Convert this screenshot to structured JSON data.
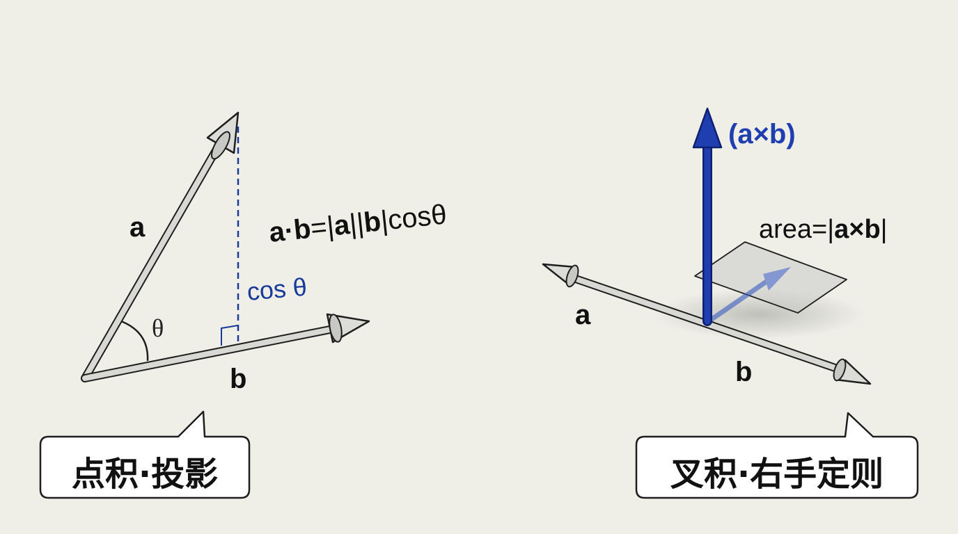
{
  "left_panel": {
    "vector_a_label": "a",
    "vector_b_label": "b",
    "angle_label": "θ",
    "projection_label": "cos θ",
    "formula": {
      "part1": "a·b",
      "part2": "=|",
      "part3": "a",
      "part4": "||",
      "part5": "b",
      "part6": "|cosθ"
    },
    "caption": "点积·投影"
  },
  "right_panel": {
    "vector_a_label": "a",
    "vector_b_label": "b",
    "cross_label": "(a×b)",
    "area_formula": {
      "part1": "area=|",
      "part2": "a×b",
      "part3": "|"
    },
    "caption": "叉积·右手定则"
  },
  "colors": {
    "background": "#efefe8",
    "accent_blue": "#1a3a9a",
    "shaft_gray": "#d6d6d2",
    "outline": "#222222"
  }
}
